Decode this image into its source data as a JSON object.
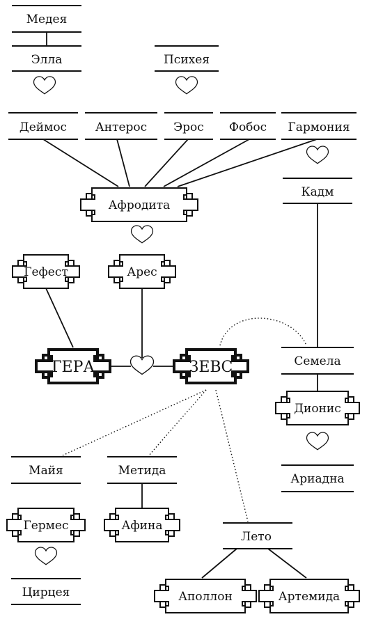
{
  "names": {
    "medeya": "Медея",
    "ella": "Элла",
    "psikheya": "Психея",
    "deymos": "Деймос",
    "anteros": "Антерос",
    "eros": "Эрос",
    "fobos": "Фобос",
    "garmoniya": "Гармония",
    "afrodita": "Афродита",
    "kadm": "Кадм",
    "gefest": "Гефест",
    "ares": "Арес",
    "gera": "ГЕРА",
    "zevs": "ЗЕВС",
    "semela": "Семела",
    "dionis": "Дионис",
    "ariadna": "Ариадна",
    "mayya": "Майя",
    "metida": "Метида",
    "germes": "Гермес",
    "afina": "Афина",
    "leto": "Лето",
    "tsirtseya": "Цирцея",
    "apollon": "Аполлон",
    "artemida": "Артемида"
  }
}
